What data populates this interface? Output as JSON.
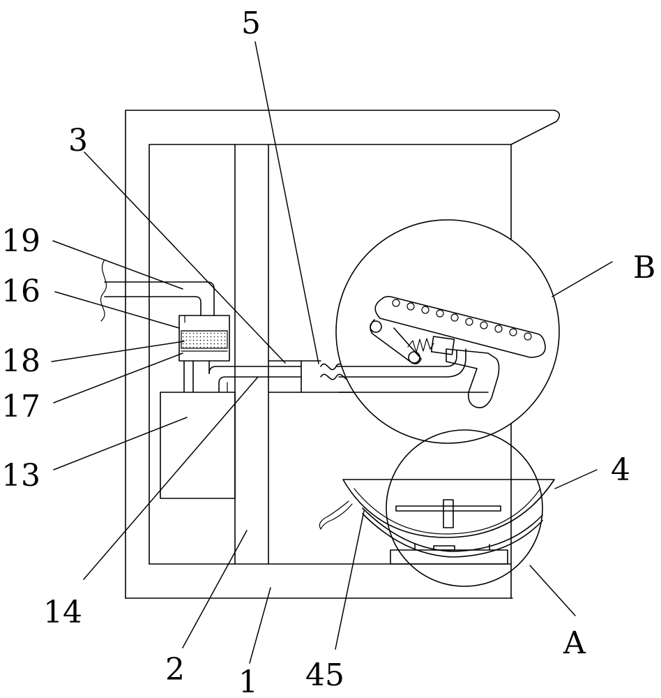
{
  "labels": {
    "l1": "1",
    "l2": "2",
    "l3": "3",
    "l4": "4",
    "l5": "5",
    "l13": "13",
    "l14": "14",
    "l16": "16",
    "l17": "17",
    "l18": "18",
    "l19": "19",
    "l45": "45",
    "lA": "A",
    "lB": "B"
  }
}
